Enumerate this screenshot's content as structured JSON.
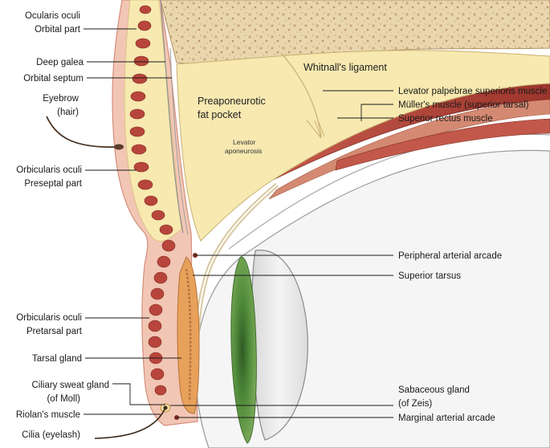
{
  "labels": {
    "left": [
      {
        "id": "orbicularis-orbital",
        "lines": [
          "Ocularis oculi",
          "Orbital part"
        ]
      },
      {
        "id": "deep-galea",
        "lines": [
          "Deep galea"
        ]
      },
      {
        "id": "orbital-septum",
        "lines": [
          "Orbital septum"
        ]
      },
      {
        "id": "eyebrow",
        "lines": [
          "Eyebrow",
          "(hair)"
        ]
      },
      {
        "id": "orbicularis-preseptal",
        "lines": [
          "Orbicularis oculi",
          "Preseptal part"
        ]
      },
      {
        "id": "orbicularis-pretarsal",
        "lines": [
          "Orbicularis oculi",
          "Pretarsal part"
        ]
      },
      {
        "id": "tarsal-gland",
        "lines": [
          "Tarsal gland"
        ]
      },
      {
        "id": "ciliary-sweat-gland",
        "lines": [
          "Ciliary sweat gland",
          "(of Moll)"
        ]
      },
      {
        "id": "riolans-muscle",
        "lines": [
          "Riolan's muscle"
        ]
      },
      {
        "id": "cilia",
        "lines": [
          "Cilia (eyelash)"
        ]
      }
    ],
    "right": [
      {
        "id": "levator-muscle",
        "lines": [
          "Levator palpebrae superioris muscle"
        ]
      },
      {
        "id": "mullers-muscle",
        "lines": [
          "Müller's muscle (superior tarsal)"
        ]
      },
      {
        "id": "superior-rectus",
        "lines": [
          "Superior rectus muscle"
        ]
      },
      {
        "id": "peripheral-arcade",
        "lines": [
          "Peripheral arterial arcade"
        ]
      },
      {
        "id": "superior-tarsus",
        "lines": [
          "Superior tarsus"
        ]
      },
      {
        "id": "sebaceous-gland",
        "lines": [
          "Sabaceous gland",
          "(of Zeis)"
        ]
      },
      {
        "id": "marginal-arcade",
        "lines": [
          "Marginal arterial arcade"
        ]
      }
    ],
    "inner": [
      {
        "id": "whitnalls-ligament",
        "lines": [
          "Whitnall's ligament"
        ]
      },
      {
        "id": "fat-pocket",
        "lines": [
          "Preaponeurotic",
          "fat pocket"
        ]
      },
      {
        "id": "levator-aponeurosis",
        "lines": [
          "Levator",
          "aponeurosis"
        ]
      }
    ]
  },
  "colors": {
    "skin": "#f2c6b4",
    "fat": "#f7e9b0",
    "bone": "#e6d2a8",
    "muscle": "#b8453b",
    "tarsus": "#e8a15a",
    "iris": "#4f8a3a",
    "sclera": "#ececec"
  }
}
